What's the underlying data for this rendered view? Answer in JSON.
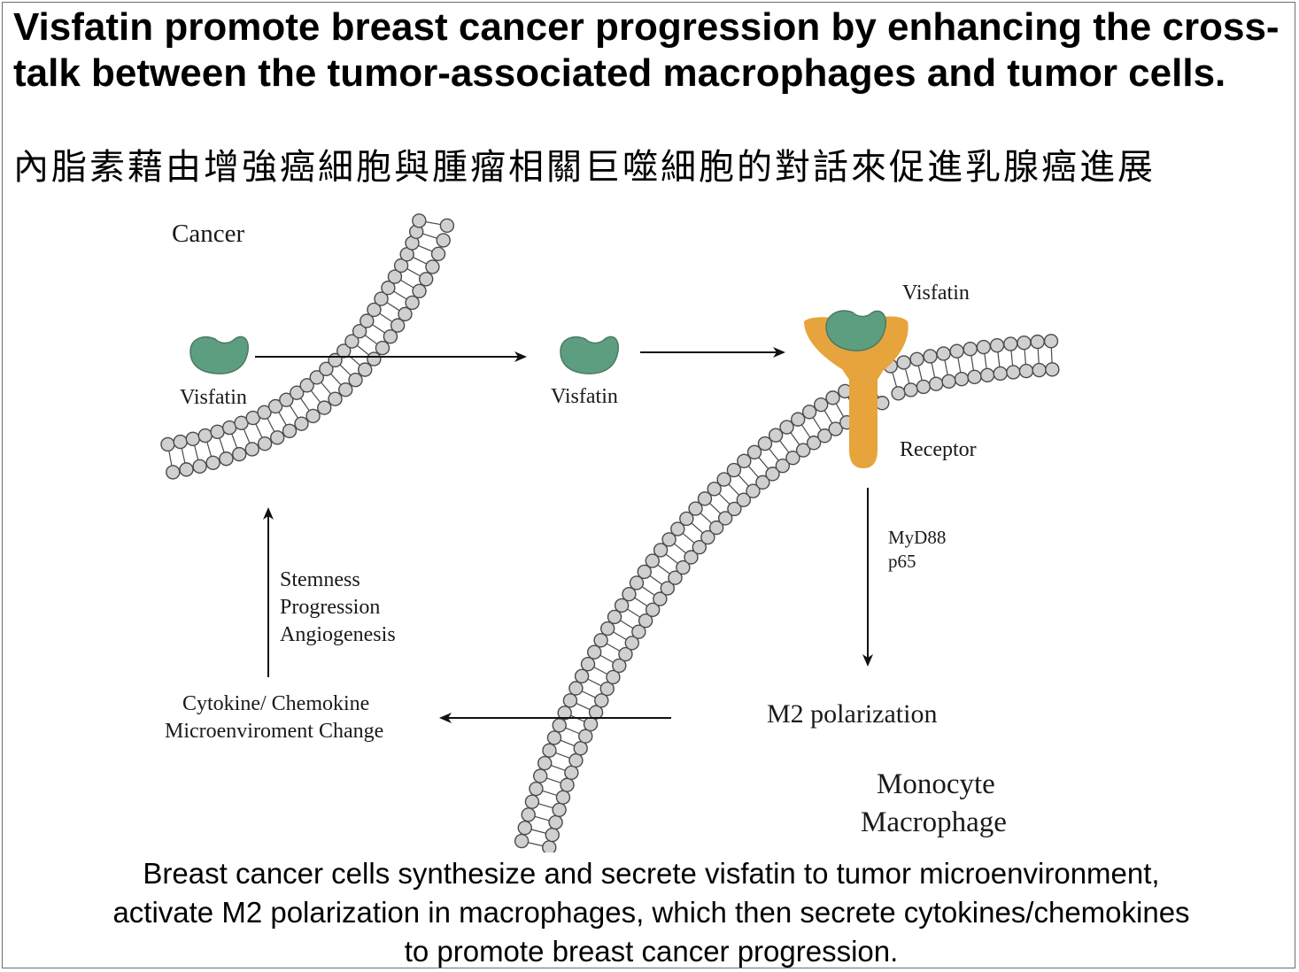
{
  "title": {
    "english": "Visfatin promote breast cancer progression by enhancing the cross-talk between the tumor-associated macrophages and tumor cells.",
    "chinese": "內脂素藉由增強癌細胞與腫瘤相關巨噬細胞的對話來促進乳腺癌進展"
  },
  "diagram": {
    "labels": {
      "cancer": "Cancer",
      "visfatin_inside": "Visfatin",
      "visfatin_secreted": "Visfatin",
      "visfatin_bound": "Visfatin",
      "receptor": "Receptor",
      "myd88": "MyD88",
      "p65": "p65",
      "m2": "M2 polarization",
      "monocyte": "Monocyte",
      "macrophage": "Macrophage",
      "stemness": "Stemness",
      "progression": "Progression",
      "angiogenesis": "Angiogenesis",
      "cytokine": "Cytokine/ Chemokine",
      "microenv": "Microenviroment Change"
    },
    "colors": {
      "visfatin": "#5e9e80",
      "receptor": "#e8a43c",
      "membrane_head": "#d0d0d0",
      "membrane_outline": "#4a4a4a",
      "arrow": "#111111"
    }
  },
  "caption": {
    "line1": "Breast cancer cells synthesize and secrete visfatin to tumor microenvironment,",
    "line2": "activate M2 polarization in macrophages, which then secrete cytokines/chemokines",
    "line3": "to promote breast cancer progression."
  }
}
